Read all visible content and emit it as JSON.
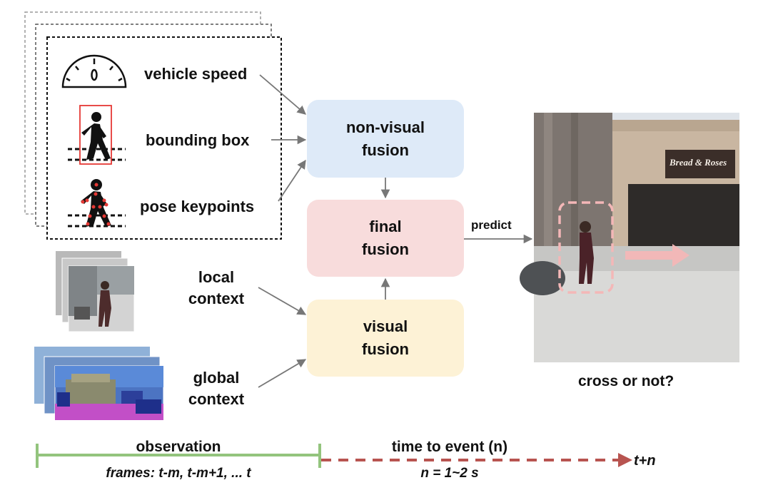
{
  "inputs": {
    "vehicle_speed": "vehicle speed",
    "bounding_box": "bounding box",
    "pose_keypoints": "pose keypoints",
    "local_context": [
      "local",
      "context"
    ],
    "global_context": [
      "global",
      "context"
    ]
  },
  "modules": {
    "non_visual": [
      "non-visual",
      "fusion"
    ],
    "final": [
      "final",
      "fusion"
    ],
    "visual": [
      "visual",
      "fusion"
    ]
  },
  "predict_label": "predict",
  "scene": {
    "storefront_sign": "Bread & Roses",
    "caption": "cross or not?"
  },
  "timeline": {
    "observation": "observation",
    "frames": "frames: t-m, t-m+1, ... t",
    "time_to_event": "time to event (n)",
    "horizon": "n = 1~2 s",
    "end_label": "t+n"
  },
  "colors": {
    "non_visual_fusion": "#deeaf8",
    "final_fusion": "#f8dcdc",
    "visual_fusion": "#fdf2d6",
    "observation_line": "#93c47d",
    "time_to_event_arrow": "#b85450",
    "arrows": "#777777"
  }
}
